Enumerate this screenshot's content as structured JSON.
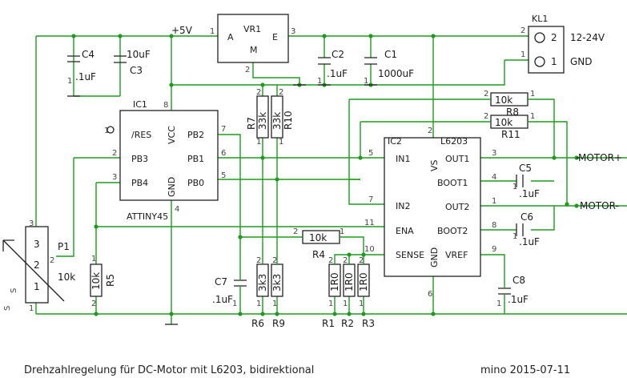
{
  "footer": {
    "title": "Drehzahlregelung für DC-Motor mit L6203, bidirektional",
    "author": "mino 2015-07-11"
  },
  "labels": {
    "v5": "+5V",
    "motor_plus": "MOTOR+",
    "motor_minus": "MOTOR-",
    "s": "S",
    "s_under": "S"
  },
  "vr1": {
    "name": "VR1",
    "a": "A",
    "e": "E",
    "m": "M",
    "p1": "1",
    "p2": "2",
    "p3": "3"
  },
  "kl1": {
    "name": "KL1",
    "v": "12-24V",
    "gnd": "GND",
    "n2": "2",
    "n1": "1",
    "p2": "2",
    "p1": "1"
  },
  "ic1": {
    "name": "IC1",
    "part": "ATTINY45",
    "pins": {
      "res": "/RES",
      "pb3": "PB3",
      "pb4": "PB4",
      "vcc": "VCC",
      "pb2": "PB2",
      "pb1": "PB1",
      "pb0": "PB0",
      "gnd": "GND"
    },
    "nums": {
      "n1": "1",
      "n2": "2",
      "n3": "3",
      "n4": "4",
      "n5": "5",
      "n6": "6",
      "n7": "7",
      "n8": "8"
    }
  },
  "ic2": {
    "name": "IC2",
    "part": "L6203",
    "pins": {
      "in1": "IN1",
      "in2": "IN2",
      "ena": "ENA",
      "sense": "SENSE",
      "gnd": "GND",
      "vs": "VS",
      "out1": "OUT1",
      "boot1": "BOOT1",
      "out2": "OUT2",
      "boot2": "BOOT2",
      "vref": "VREF"
    },
    "nums": {
      "n1": "1",
      "n2": "2",
      "n3": "3",
      "n4": "4",
      "n5": "5",
      "n6": "6",
      "n7": "7",
      "n8": "8",
      "n9": "9",
      "n10": "10",
      "n11": "11"
    }
  },
  "components": {
    "c4": {
      "name": "C4",
      "value": ".1uF"
    },
    "c3": {
      "name": "C3",
      "value": "10uF"
    },
    "c2": {
      "name": "C2",
      "value": ".1uF"
    },
    "c1": {
      "name": "C1",
      "value": "1000uF"
    },
    "c5": {
      "name": "C5",
      "value": ".1uF"
    },
    "c6": {
      "name": "C6",
      "value": ".1uF"
    },
    "c7": {
      "name": "C7",
      "value": ".1uF"
    },
    "c8": {
      "name": "C8",
      "value": ".1uF"
    },
    "r7": {
      "name": "R7",
      "value": "33k"
    },
    "r10": {
      "name": "R10",
      "value": "33k"
    },
    "r8": {
      "name": "R8",
      "value": "10k"
    },
    "r11": {
      "name": "R11",
      "value": "10k"
    },
    "r4": {
      "name": "R4",
      "value": "10k"
    },
    "r5": {
      "name": "R5",
      "value": "10k"
    },
    "r6": {
      "name": "R6",
      "value": "3k3"
    },
    "r9": {
      "name": "R9",
      "value": "3k3"
    },
    "r1": {
      "name": "R1",
      "value": "1R0"
    },
    "r2": {
      "name": "R2",
      "value": "1R0"
    },
    "r3": {
      "name": "R3",
      "value": "1R0"
    },
    "p1": {
      "name": "P1",
      "value": "10k"
    }
  },
  "pin_numbers": {
    "one": "1",
    "two": "2",
    "three": "3"
  }
}
